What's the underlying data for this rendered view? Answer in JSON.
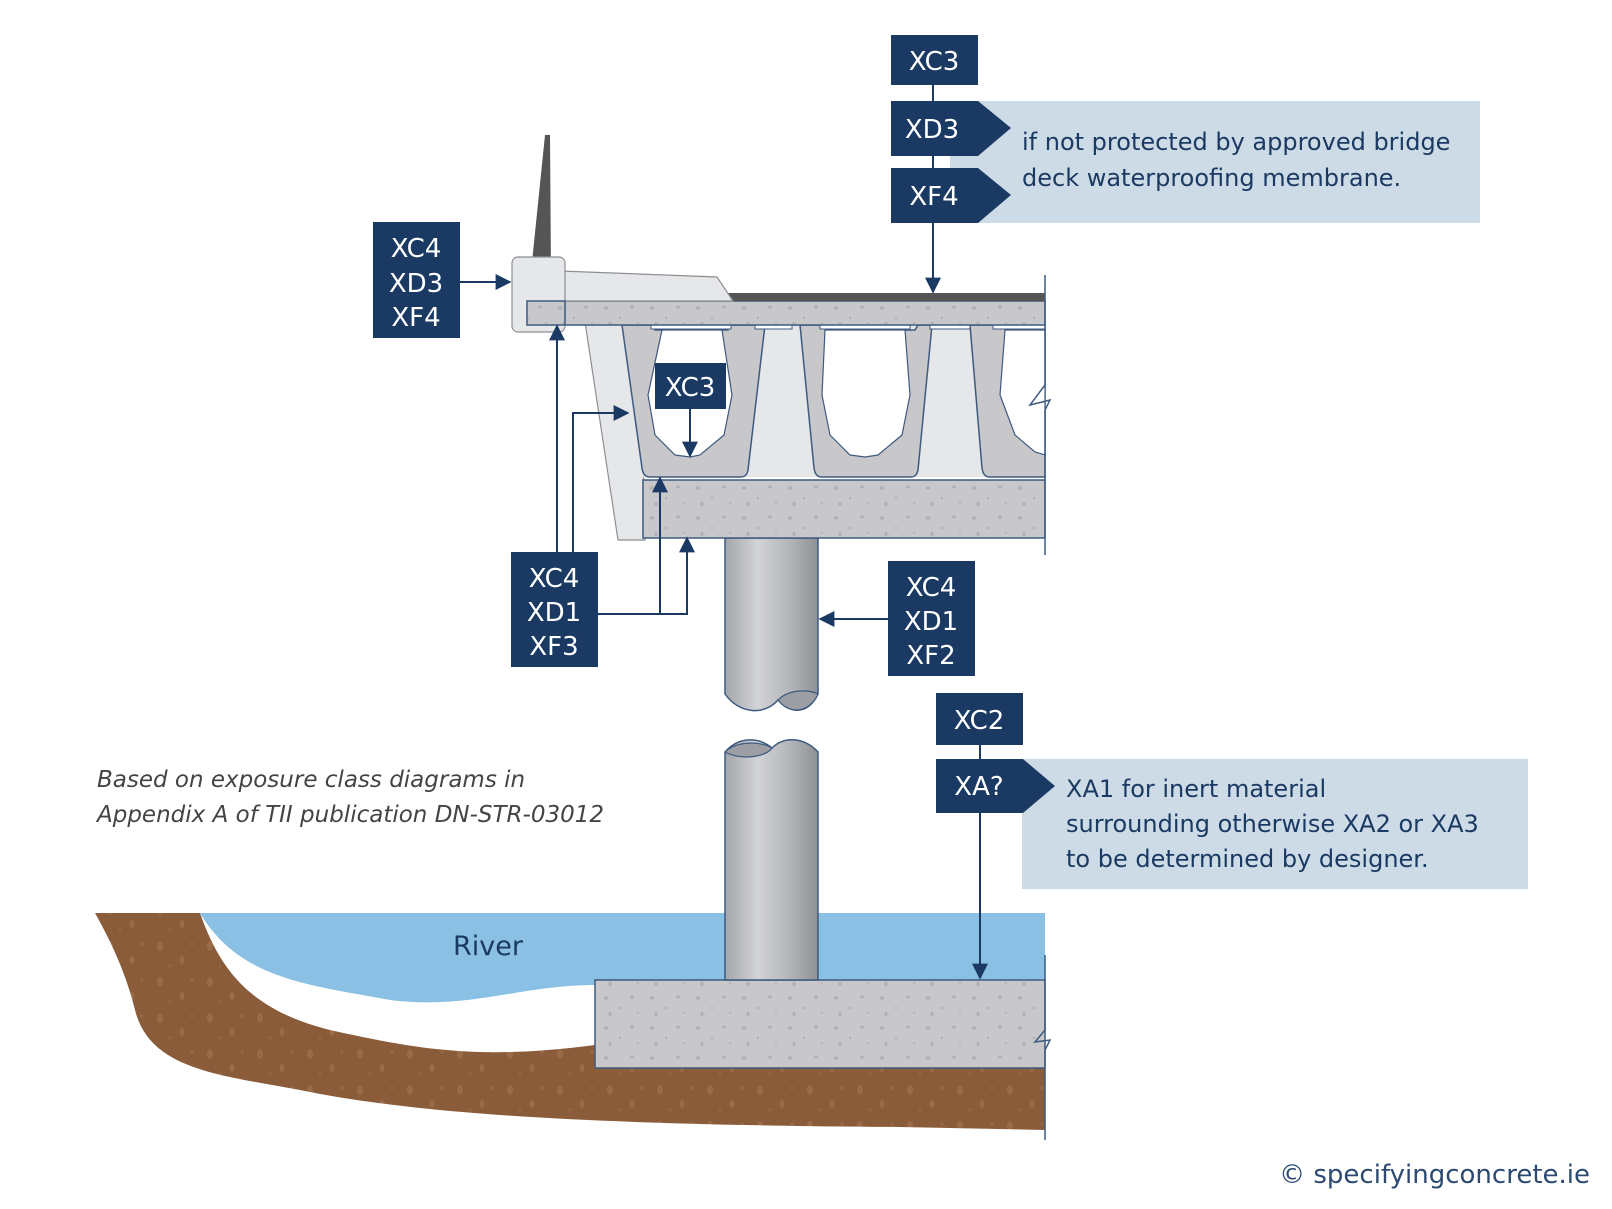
{
  "figure": {
    "caption_lines": [
      "Based on exposure class diagrams in",
      "Appendix A of TII publication DN-STR-03012"
    ],
    "credit": "© specifyingconcrete.ie",
    "river_label": "River"
  },
  "labels": {
    "deck_top": {
      "classes": [
        "XC3",
        "XD3",
        "XF4"
      ],
      "note_lines": [
        "if not protected by approved bridge",
        "deck waterproofing membrane."
      ]
    },
    "parapet_edge": {
      "classes": [
        "XC4",
        "XD3",
        "XF4"
      ]
    },
    "box_interior": {
      "classes": [
        "XC3"
      ]
    },
    "deck_soffit": {
      "classes": [
        "XC4",
        "XD1",
        "XF3"
      ]
    },
    "pier": {
      "classes": [
        "XC4",
        "XD1",
        "XF2"
      ]
    },
    "foundation": {
      "classes": [
        "XC2",
        "XA?"
      ],
      "note_lines": [
        "XA1 for inert material",
        "surrounding otherwise XA2 or XA3",
        "to be determined by designer."
      ]
    }
  },
  "colors": {
    "label_navy": "#1b3a63",
    "note_bg": "#cddbe6",
    "concrete": "#c8c7c9",
    "water": "#89c0e3",
    "soil": "#8a5c3a",
    "surfacing": "#555555"
  }
}
